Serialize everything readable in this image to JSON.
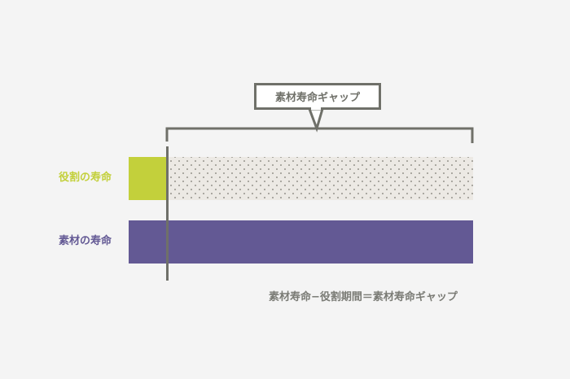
{
  "diagram": {
    "callout": {
      "label": "素材寿命ギャップ"
    },
    "rows": [
      {
        "label": "役割の寿命",
        "color": "#c3d03b",
        "segment": "solid-short + dotted-gap"
      },
      {
        "label": "素材の寿命",
        "color": "#635994",
        "segment": "solid-full"
      }
    ],
    "formula": "素材寿命−役割期間＝素材寿命ギャップ",
    "colors": {
      "background": "#f4f4f4",
      "role_life": "#c3d03b",
      "material_life": "#635994",
      "gap_fill": "#ece9e4",
      "line": "#6f7069",
      "text_gray": "#6f7069"
    }
  }
}
